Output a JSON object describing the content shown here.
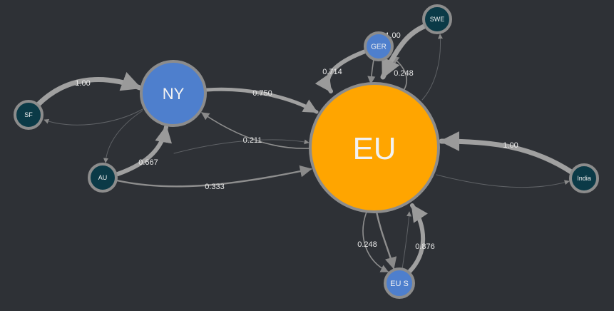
{
  "colors": {
    "background": "#2e3136",
    "edge": "#9a9a9a",
    "node_ring": "#8c8c8c",
    "hub_fill": "#ffa500",
    "mid_fill": "#4e7fcd",
    "leaf_fill": "#0b3a47",
    "label": "#e9e9e9"
  },
  "nodes": [
    {
      "id": "EU",
      "label": "EU",
      "kind": "hub"
    },
    {
      "id": "NY",
      "label": "NY",
      "kind": "mid"
    },
    {
      "id": "GER",
      "label": "GER",
      "kind": "mid"
    },
    {
      "id": "EUS",
      "label": "EU S",
      "kind": "mid"
    },
    {
      "id": "SWE",
      "label": "SWE",
      "kind": "leaf"
    },
    {
      "id": "SF",
      "label": "SF",
      "kind": "leaf"
    },
    {
      "id": "AU",
      "label": "AU",
      "kind": "leaf"
    },
    {
      "id": "India",
      "label": "India",
      "kind": "leaf"
    }
  ],
  "edges": [
    {
      "source": "SF",
      "target": "NY",
      "weight": "1.00"
    },
    {
      "source": "NY",
      "target": "EU",
      "weight": "0.750"
    },
    {
      "source": "EU",
      "target": "NY",
      "weight": "0.211"
    },
    {
      "source": "AU",
      "target": "NY",
      "weight": "0.667"
    },
    {
      "source": "AU",
      "target": "EU",
      "weight": "0.333"
    },
    {
      "source": "India",
      "target": "EU",
      "weight": "1.00"
    },
    {
      "source": "GER",
      "target": "EU",
      "weight": "0.714"
    },
    {
      "source": "EU",
      "target": "GER",
      "weight": "0.248"
    },
    {
      "source": "SWE",
      "target": "GER",
      "weight": "1.00"
    },
    {
      "source": "EU",
      "target": "EUS",
      "weight": "0.248"
    },
    {
      "source": "EUS",
      "target": "EU",
      "weight": "0.876"
    },
    {
      "source": "NY",
      "target": "SF",
      "weight": ""
    },
    {
      "source": "NY",
      "target": "AU",
      "weight": ""
    },
    {
      "source": "EU",
      "target": "India",
      "weight": ""
    },
    {
      "source": "EU",
      "target": "SWE",
      "weight": ""
    },
    {
      "source": "GER",
      "target": "EU",
      "weight": ""
    },
    {
      "source": "EU",
      "target": "EUS",
      "weight": ""
    },
    {
      "source": "EUS",
      "target": "EU",
      "weight": ""
    },
    {
      "source": "AU",
      "target": "EU",
      "weight": ""
    }
  ]
}
